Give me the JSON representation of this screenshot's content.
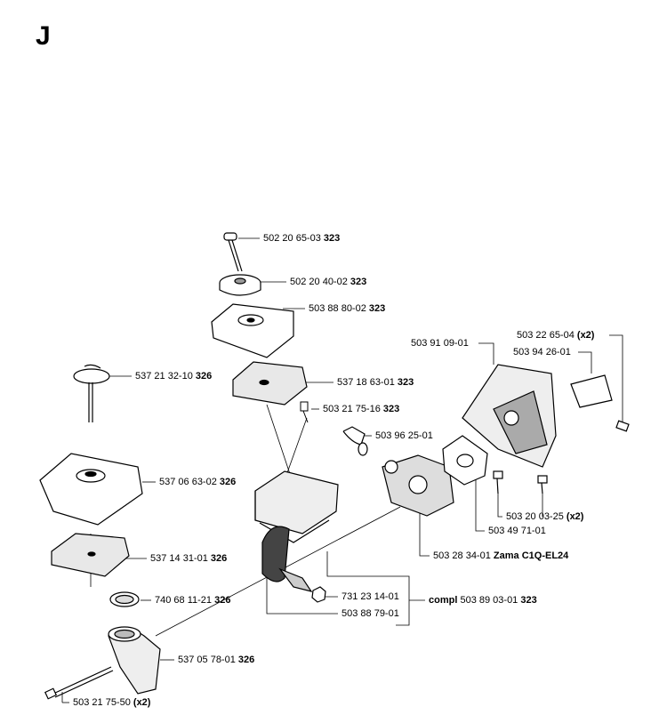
{
  "section_letter": "J",
  "parts": [
    {
      "number": "502 20 65-03",
      "suffix": "323"
    },
    {
      "number": "502 20 40-02",
      "suffix": "323"
    },
    {
      "number": "503 88 80-02",
      "suffix": "323"
    },
    {
      "number": "537 21 32-10",
      "suffix": "326"
    },
    {
      "number": "537 18 63-01",
      "suffix": "323"
    },
    {
      "number": "503 21 75-16",
      "suffix": "323"
    },
    {
      "number": "537 06 63-02",
      "suffix": "326"
    },
    {
      "number": "537 14 31-01",
      "suffix": "326"
    },
    {
      "number": "740 68 11-21",
      "suffix": "326"
    },
    {
      "number": "537 05 78-01",
      "suffix": "326"
    },
    {
      "number": "503 21 75-50",
      "suffix": "(x2)"
    },
    {
      "number": "731 23 14-01",
      "suffix": ""
    },
    {
      "number": "503 88 79-01",
      "suffix": ""
    },
    {
      "number": "503 91 09-01",
      "suffix": ""
    },
    {
      "number": "503 22 65-04",
      "suffix": "(x2)"
    },
    {
      "number": "503 94 26-01",
      "suffix": ""
    },
    {
      "number": "503 96 25-01",
      "suffix": ""
    },
    {
      "number": "503 20 03-25",
      "suffix": "(x2)"
    },
    {
      "number": "503 49 71-01",
      "suffix": ""
    },
    {
      "number": "503 28 34-01",
      "suffix": "Zama C1Q-EL24"
    }
  ],
  "compl_label": {
    "prefix": "compl",
    "number": "503 89 03-01",
    "suffix": "323"
  }
}
